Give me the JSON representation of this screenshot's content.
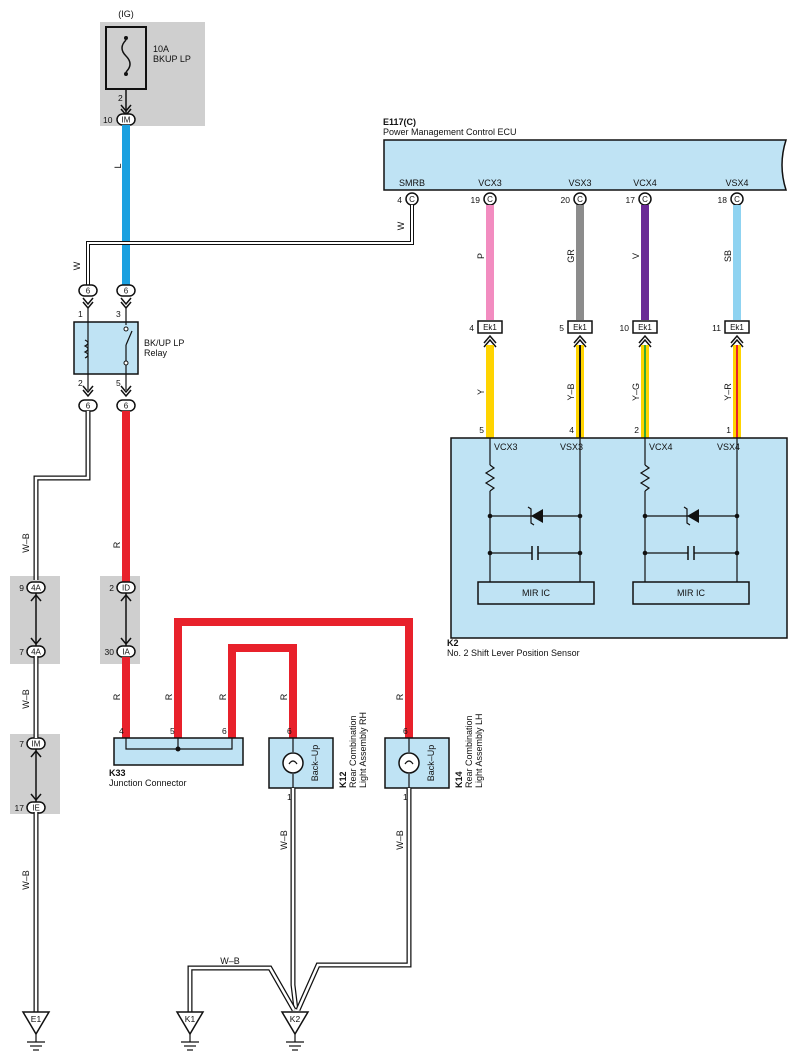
{
  "fuse": {
    "supply": "(IG)",
    "rating": "10A",
    "name": "BKUP LP",
    "pin_top": "2",
    "conn_label": "IM",
    "conn_pin": "10"
  },
  "ecu": {
    "code": "E117(C)",
    "name": "Power Management Control ECU",
    "terminals": [
      {
        "name": "SMRB",
        "pin": "4",
        "conn": "C",
        "wire": "W"
      },
      {
        "name": "VCX3",
        "pin": "19",
        "conn": "C",
        "wire": "P"
      },
      {
        "name": "VSX3",
        "pin": "20",
        "conn": "C",
        "wire": "GR"
      },
      {
        "name": "VCX4",
        "pin": "17",
        "conn": "C",
        "wire": "V"
      },
      {
        "name": "VSX4",
        "pin": "18",
        "conn": "C",
        "wire": "SB"
      }
    ]
  },
  "relay": {
    "name_line1": "BK/UP LP",
    "name_line2": "Relay",
    "pins": [
      "1",
      "3",
      "2",
      "5"
    ],
    "conn": "6"
  },
  "wires": {
    "L": "L",
    "W": "W",
    "R": "R",
    "WB": "W–B"
  },
  "ek1": {
    "label": "Ek1",
    "pins": [
      "4",
      "5",
      "10",
      "11"
    ],
    "wires": [
      "Y",
      "Y–B",
      "Y–G",
      "Y–R"
    ]
  },
  "sensor": {
    "code": "K2",
    "name": "No.  2 Shift Lever Position Sensor",
    "pins": [
      "5",
      "4",
      "2",
      "1"
    ],
    "terminals": [
      "VCX3",
      "VSX3",
      "VCX4",
      "VSX4"
    ],
    "ic": "MIR IC"
  },
  "left_conns": [
    {
      "pin": "9",
      "conn": "4A"
    },
    {
      "pin": "7",
      "conn": "4A"
    },
    {
      "pin": "7",
      "conn": "IM"
    },
    {
      "pin": "17",
      "conn": "IE"
    }
  ],
  "mid_conns": [
    {
      "pin": "2",
      "conn": "ID"
    },
    {
      "pin": "30",
      "conn": "IA"
    }
  ],
  "jc": {
    "code": "K33",
    "name": "Junction Connector",
    "pins": [
      "4",
      "5",
      "6"
    ]
  },
  "lamp_rh": {
    "code": "K12",
    "line1": "Rear Combination",
    "line2": "Light Assembly RH",
    "pin_in": "6",
    "pin_out": "1",
    "label": "Back–Up"
  },
  "lamp_lh": {
    "code": "K14",
    "line1": "Rear Combination",
    "line2": "Light Assembly LH",
    "pin_in": "6",
    "pin_out": "1",
    "label": "Back–Up"
  },
  "grounds": [
    "E1",
    "K1",
    "K2"
  ],
  "colors": {
    "L": "#1aa0e0",
    "R": "#e8212b",
    "P": "#f28cc0",
    "GR": "#8c8c8c",
    "V": "#6a2a96",
    "SB": "#8fd3f1",
    "Y": "#ffd400",
    "G": "#3aa935",
    "box": "#bfe3f4",
    "shade": "#cfcfcf"
  }
}
